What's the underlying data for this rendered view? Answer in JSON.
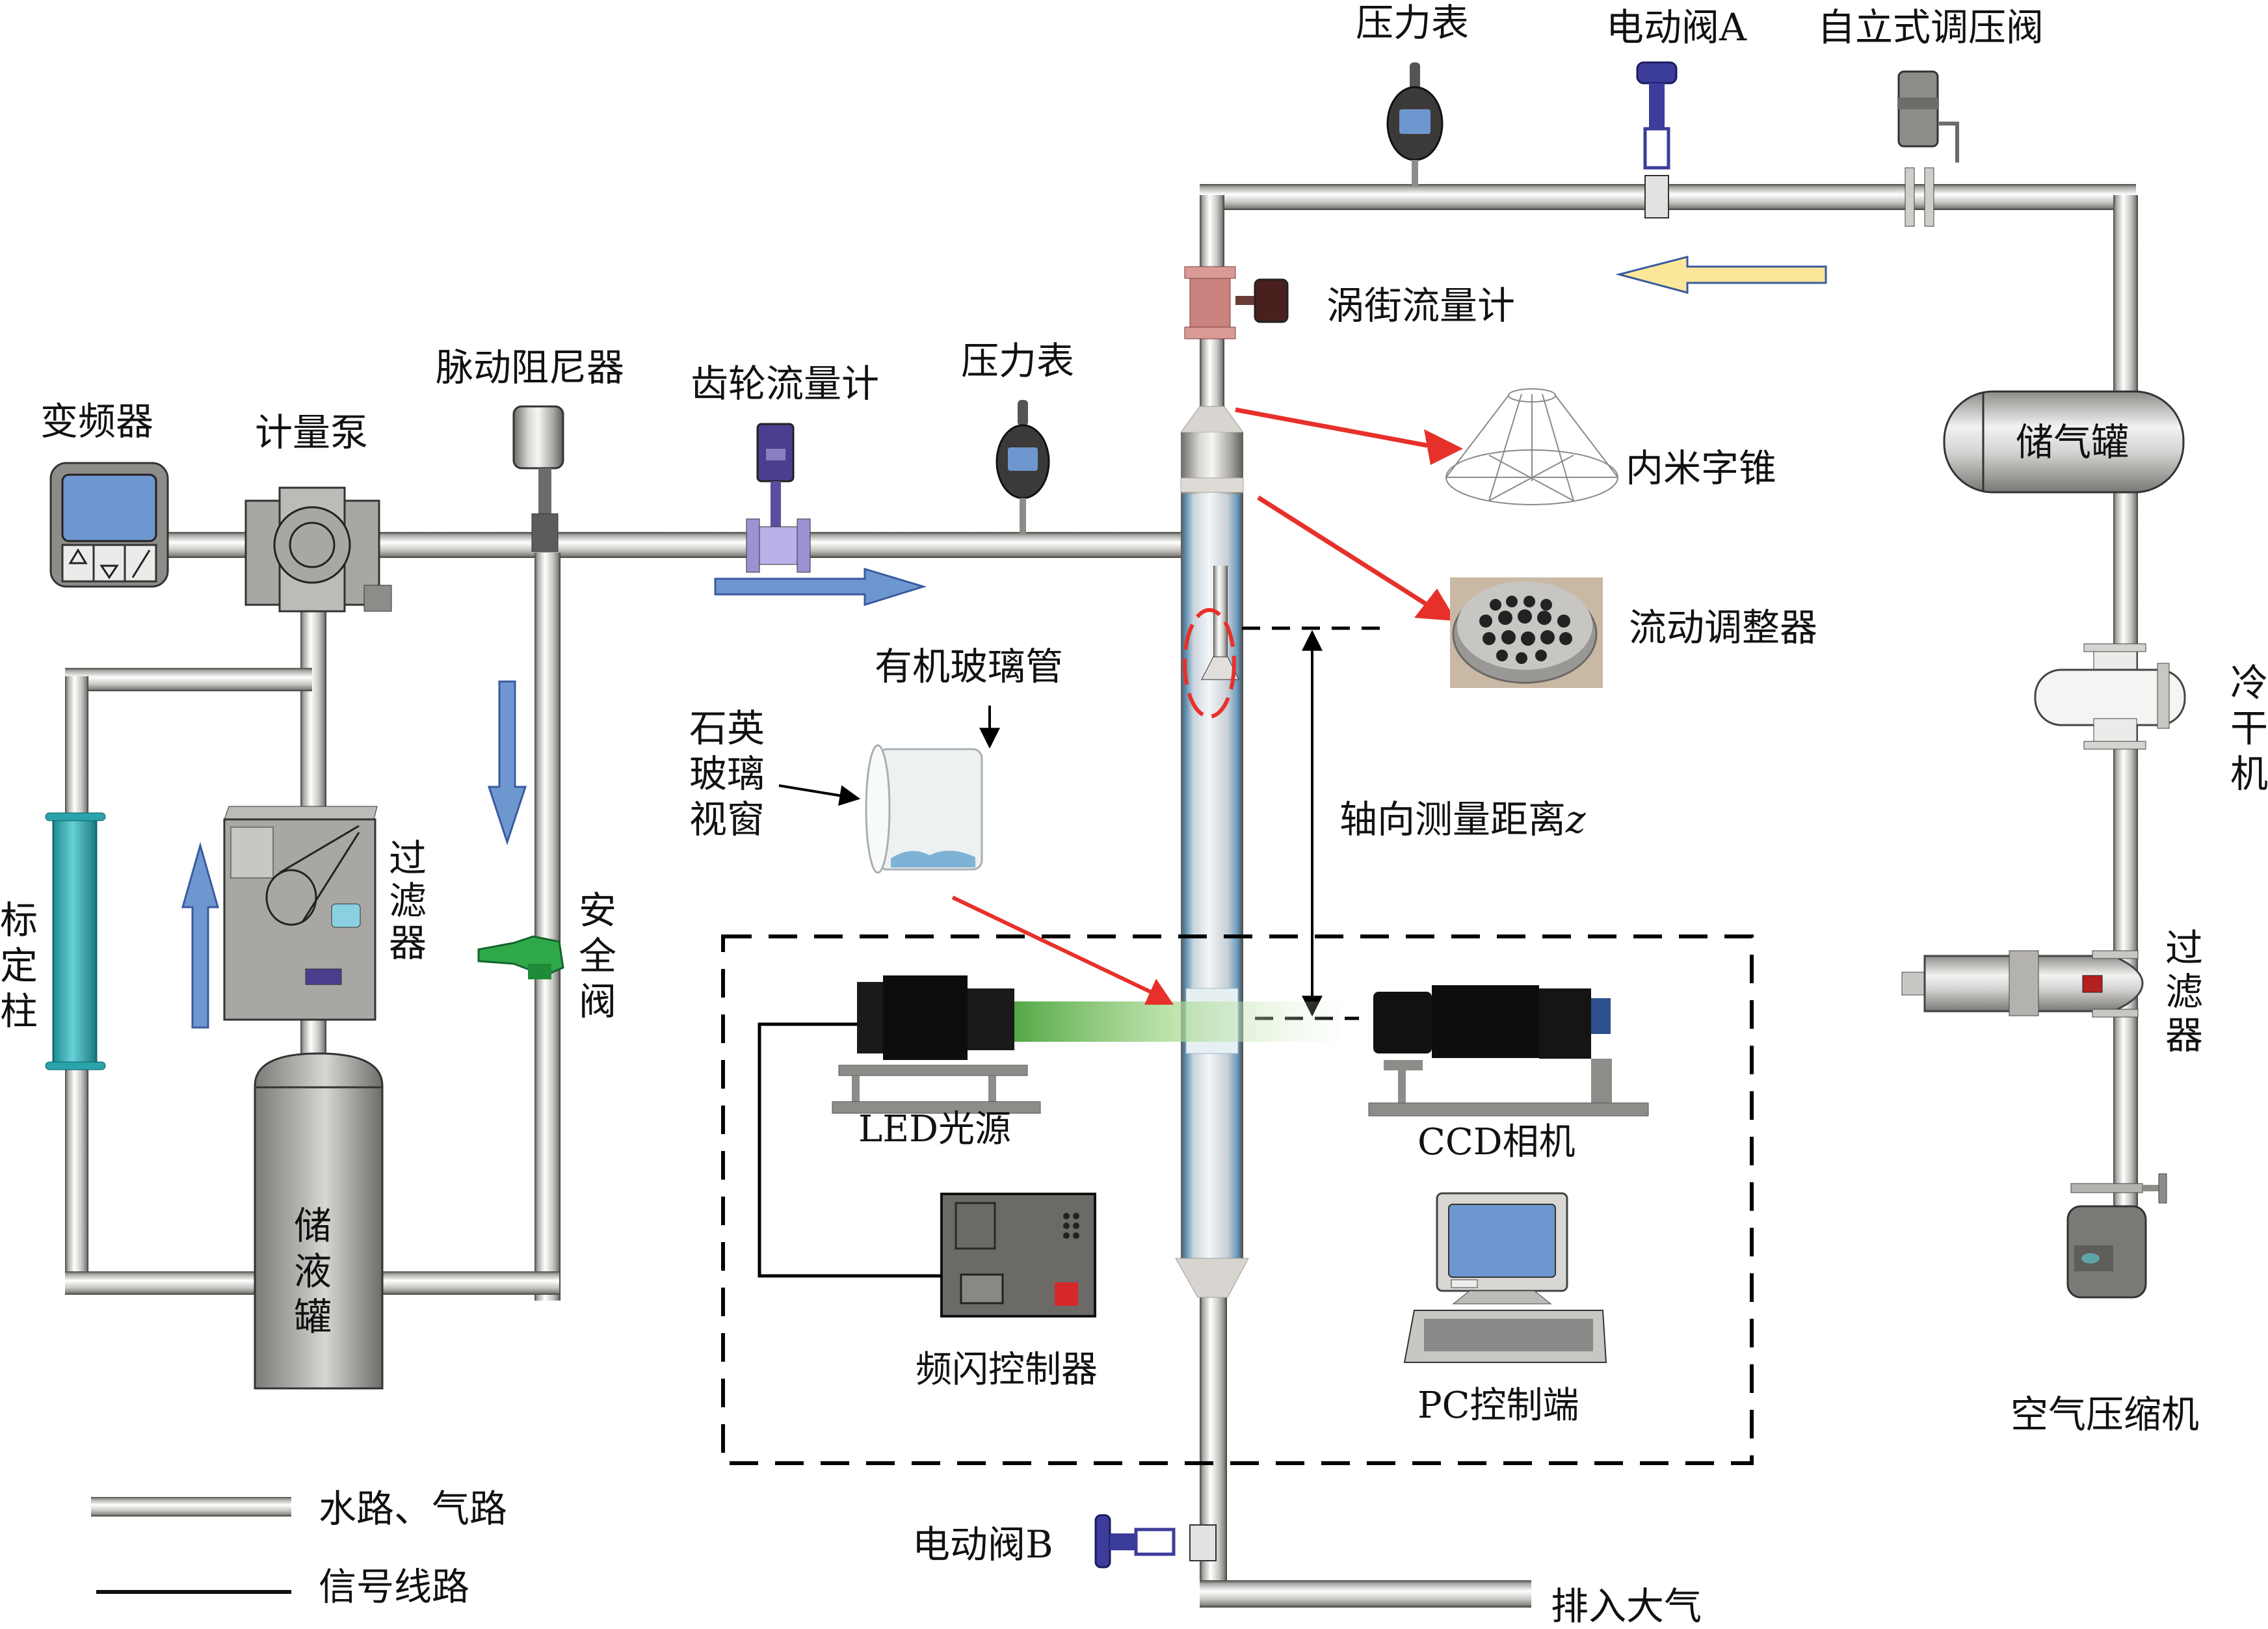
{
  "diagram": {
    "title": "",
    "colors": {
      "pipe_light": "#f4f4f4",
      "pipe_mid": "#b8b6b2",
      "pipe_dark": "#5f5d5a",
      "flow_arrow_water": "#6f97cf",
      "flow_arrow_air": "#fbe79a",
      "pointer_red": "#e8302a",
      "screen_blue": "#6f97cf",
      "valve_blue": "#3c3c9a",
      "safety_green": "#2fa84a",
      "column_teal": "#3fb8c0",
      "light_beam_green": "#6cc24a"
    },
    "labels": {
      "inverter": "变频器",
      "metering_pump": "计量泵",
      "pulsation_damper": "脉动阻尼器",
      "gear_flowmeter": "齿轮流量计",
      "pressure_gauge_water": "压力表",
      "pressure_gauge_air": "压力表",
      "electric_valve_a": "电动阀A",
      "self_regulating_valve": "自立式调压阀",
      "vortex_flowmeter": "涡街流量计",
      "inner_cross_cone": "内米字锥",
      "flow_conditioner": "流动调整器",
      "gas_tank": "储气罐",
      "cold_dryer": [
        "冷",
        "干",
        "机"
      ],
      "air_filter": [
        "过",
        "滤",
        "器"
      ],
      "air_compressor": "空气压缩机",
      "calibration_column": [
        "标",
        "定",
        "柱"
      ],
      "water_filter": [
        "过",
        "滤",
        "器"
      ],
      "safety_valve": [
        "安",
        "全",
        "阀"
      ],
      "liquid_tank": [
        "储",
        "液",
        "罐"
      ],
      "plexiglass_tube": "有机玻璃管",
      "quartz_window": [
        "石英",
        "玻璃",
        "视窗"
      ],
      "axial_distance": "轴向测量距离",
      "axial_distance_var": "z",
      "led_light": "LED光源",
      "ccd_camera": "CCD相机",
      "strobe_controller": "频闪控制器",
      "pc_controller": "PC控制端",
      "electric_valve_b": "电动阀B",
      "exhaust": "排入大气"
    },
    "legend": [
      {
        "type": "pipe",
        "label": "水路、气路"
      },
      {
        "type": "signal",
        "label": "信号线路"
      }
    ],
    "icons": {
      "inverter_buttons": [
        "triangle-up-minus-icon",
        "minus-triangle-down-icon",
        "slash-icon"
      ]
    }
  }
}
